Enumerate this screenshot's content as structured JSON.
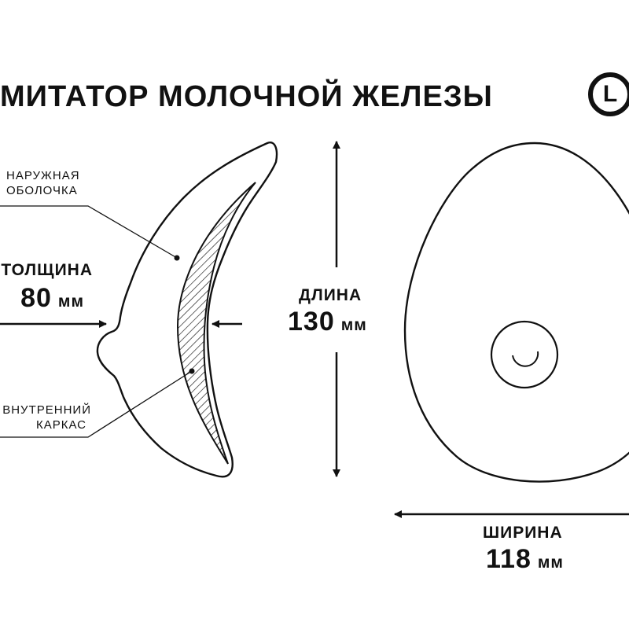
{
  "title": "МИТАТОР МОЛОЧНОЙ ЖЕЛЕЗЫ",
  "size_badge": "L",
  "labels": {
    "outer_shell_line1": "НАРУЖНАЯ",
    "outer_shell_line2": "ОБОЛОЧКА",
    "inner_frame_line1": "ВНУТРЕННИЙ",
    "inner_frame_line2": "КАРКАС"
  },
  "dimensions": {
    "thickness": {
      "label": "ТОЛЩИНА",
      "value": "80",
      "unit": "мм"
    },
    "length": {
      "label": "ДЛИНА",
      "value": "130",
      "unit": "мм"
    },
    "width": {
      "label": "ШИРИНА",
      "value": "118",
      "unit": "мм"
    }
  }
}
